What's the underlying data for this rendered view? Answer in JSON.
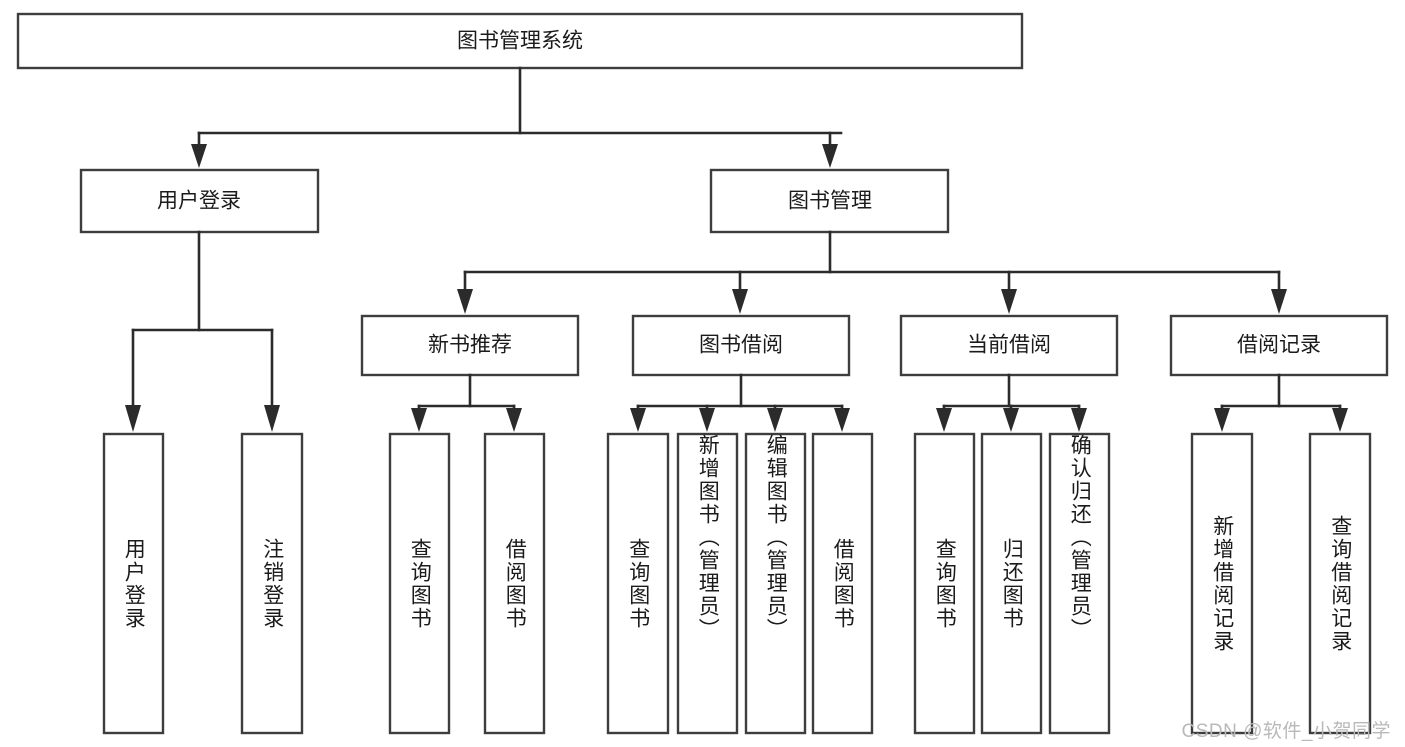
{
  "diagram": {
    "type": "tree",
    "title": "图书管理系统",
    "orientation": "top-down",
    "levels": 4,
    "colors": {
      "box_stroke": "#3d3d3d",
      "box_fill": "#ffffff",
      "connector": "#2b2b2b",
      "text": "#1b1b1b",
      "background": "#ffffff",
      "watermark": "#b9b9b9"
    },
    "root": {
      "label": "图书管理系统"
    },
    "level2": [
      {
        "label": "用户登录"
      },
      {
        "label": "图书管理"
      }
    ],
    "level3": [
      {
        "label": "新书推荐"
      },
      {
        "label": "图书借阅"
      },
      {
        "label": "当前借阅"
      },
      {
        "label": "借阅记录"
      }
    ],
    "leaves": {
      "user_login": [
        {
          "label": "用户登录"
        },
        {
          "label": "注销登录"
        }
      ],
      "new_book_recommend": [
        {
          "label": "查询图书"
        },
        {
          "label": "借阅图书"
        }
      ],
      "book_borrow": [
        {
          "label": "查询图书"
        },
        {
          "label": "新增图书（管理员）"
        },
        {
          "label": "编辑图书（管理员）"
        },
        {
          "label": "借阅图书"
        }
      ],
      "current_borrow": [
        {
          "label": "查询图书"
        },
        {
          "label": "归还图书"
        },
        {
          "label": "确认归还（管理员）"
        }
      ],
      "borrow_record": [
        {
          "label": "新增借阅记录"
        },
        {
          "label": "查询借阅记录"
        }
      ]
    },
    "watermark": "CSDN @软件_小贺同学"
  }
}
